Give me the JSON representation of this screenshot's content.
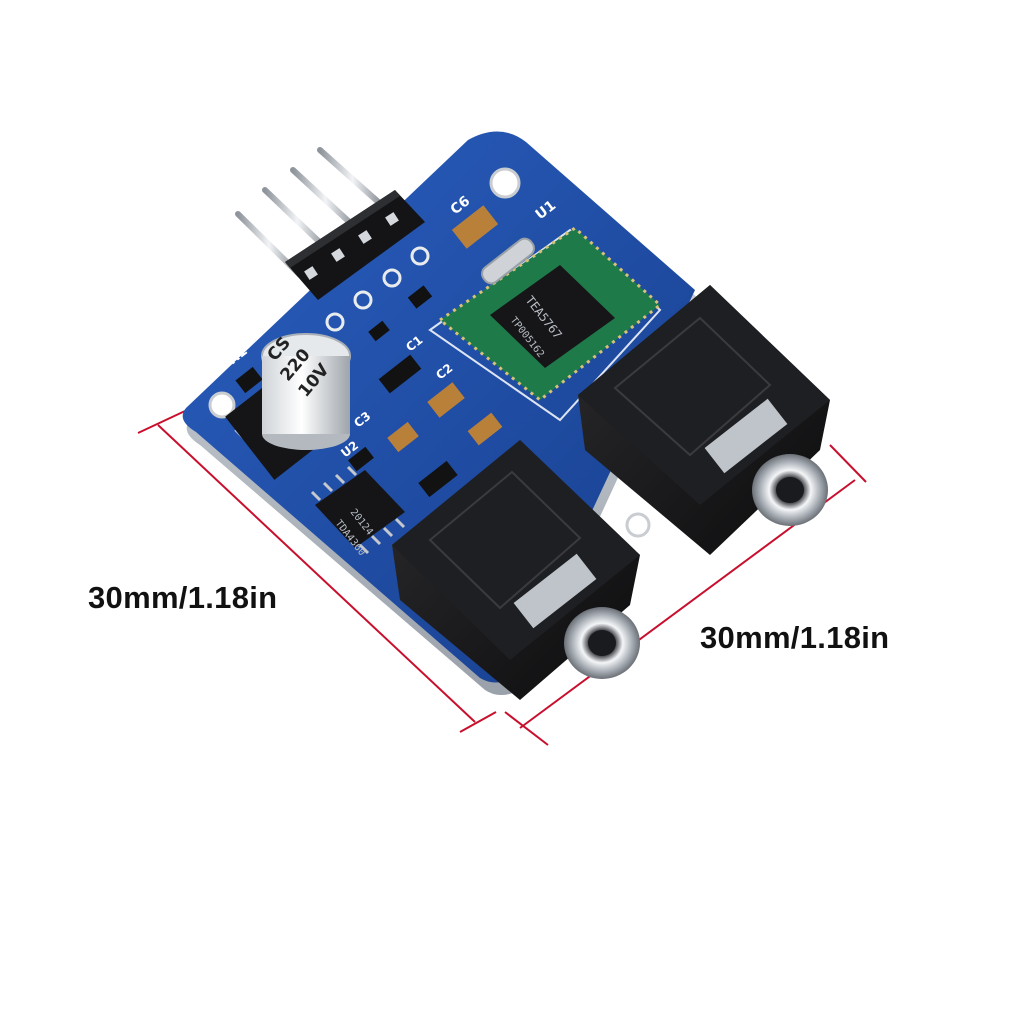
{
  "dimensions": {
    "left_label": "30mm/1.18in",
    "right_label": "30mm/1.18in",
    "line_color": "#c8102e"
  },
  "board": {
    "pcb_color": "#1f4fa8",
    "silkscreen": {
      "cap_ref": "C6",
      "module_ref": "U1",
      "resistor_ref": "R1",
      "c_ref_a": "C1",
      "c_ref_b": "C2",
      "c_ref_c": "C3",
      "ic_ref": "U2"
    },
    "capacitor": {
      "line1": "CS",
      "line2": "220",
      "line3": "10V"
    },
    "module_chip": {
      "line1": "TEA5767",
      "line2": "TP005162"
    },
    "amp_chip": {
      "line1": "TDA4360",
      "line2": "20124"
    }
  }
}
